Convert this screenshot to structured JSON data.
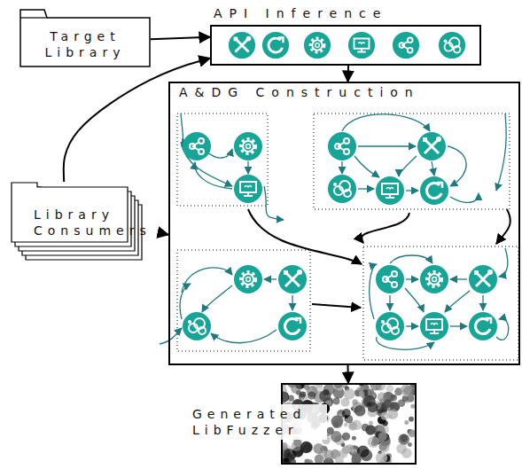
{
  "diagram": {
    "nodes": [
      {
        "text": [
          "Target Library"
        ]
      },
      {
        "text": [
          "Library Consumers"
        ]
      },
      {
        "text": [
          "API Inference"
        ]
      },
      {
        "text": [
          "A&DG Construction"
        ]
      },
      {
        "text": [
          "Generated LibFuzzer"
        ]
      }
    ],
    "edges": [
      {
        "from": 0,
        "to": 2,
        "arrow": "to"
      },
      {
        "from": 1,
        "to": 2,
        "arrow": "to"
      },
      {
        "from": 1,
        "to": 3,
        "arrow": "to"
      },
      {
        "from": 2,
        "to": 3,
        "arrow": "to"
      },
      {
        "from": 3,
        "to": 4,
        "arrow": "to"
      }
    ]
  }
}
